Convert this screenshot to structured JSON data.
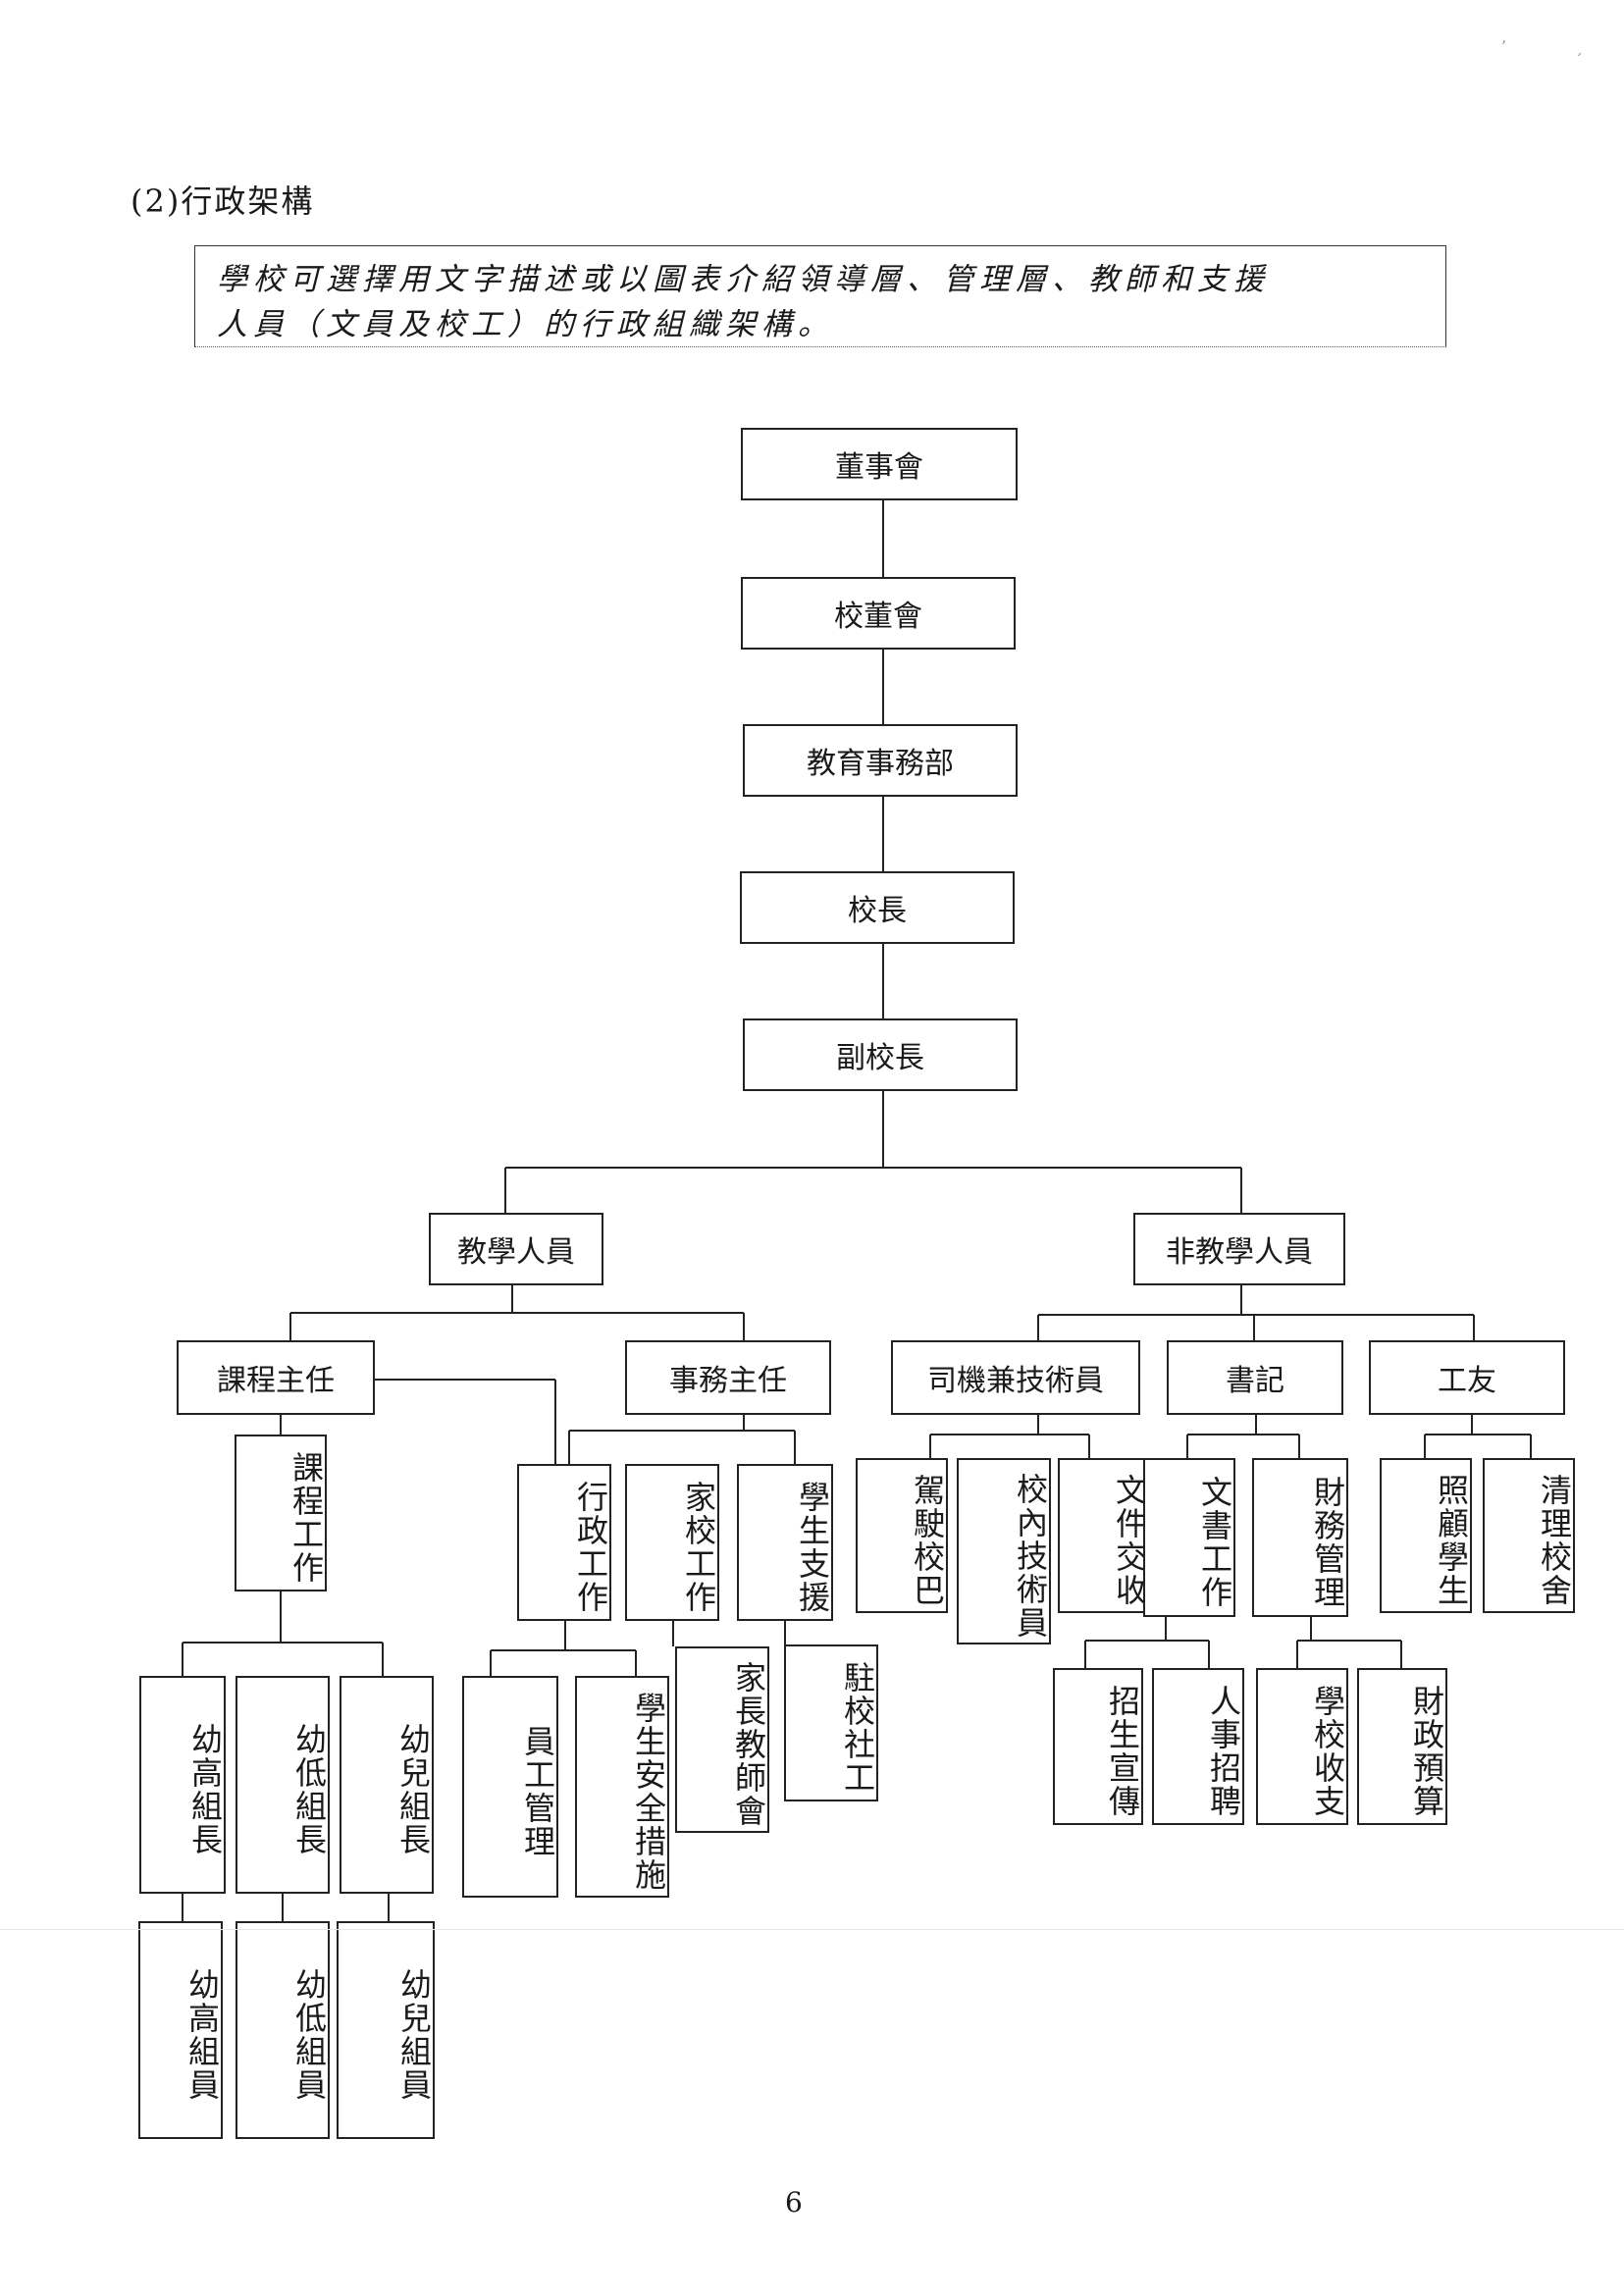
{
  "heading": "(2)行政架構",
  "note": {
    "line1": "學校可選擇用文字描述或以圖表介紹領導層、管理層、教師和支援",
    "line2": "人員（文員及校工）的行政組織架構。"
  },
  "org": {
    "board": "董事會",
    "school_board": "校董會",
    "education_dept": "教育事務部",
    "principal": "校長",
    "vice_principal": "副校長",
    "teaching_staff": "教學人員",
    "non_teaching_staff": "非教學人員",
    "curriculum_head": "課程主任",
    "affairs_head": "事務主任",
    "driver_technician": "司機兼技術員",
    "clerk": "書記",
    "janitor": "工友",
    "curriculum_work": "課程工作",
    "admin_work": "行政工作",
    "home_school_work": "家校工作",
    "student_support": "學生支援",
    "drive_bus": "駕駛校巴",
    "internal_technician": "校內技術員",
    "document_receiving": "文件交收",
    "clerical_work": "文書工作",
    "finance_management": "財務管理",
    "care_students": "照顧學生",
    "clean_campus": "清理校舍",
    "k3_leader": "幼高組長",
    "k2_leader": "幼低組長",
    "k1_leader": "幼兒組長",
    "staff_management": "員工管理",
    "student_safety": "學生安全措施",
    "pta": "家長教師會",
    "social_worker": "駐校社工",
    "enrolment_promotion": "招生宣傳",
    "recruitment": "人事招聘",
    "school_income_expense": "學校收支",
    "fiscal_budget": "財政預算",
    "k3_member": "幼高組員",
    "k2_member": "幼低組員",
    "k1_member": "幼兒組員"
  },
  "page_number": "6"
}
